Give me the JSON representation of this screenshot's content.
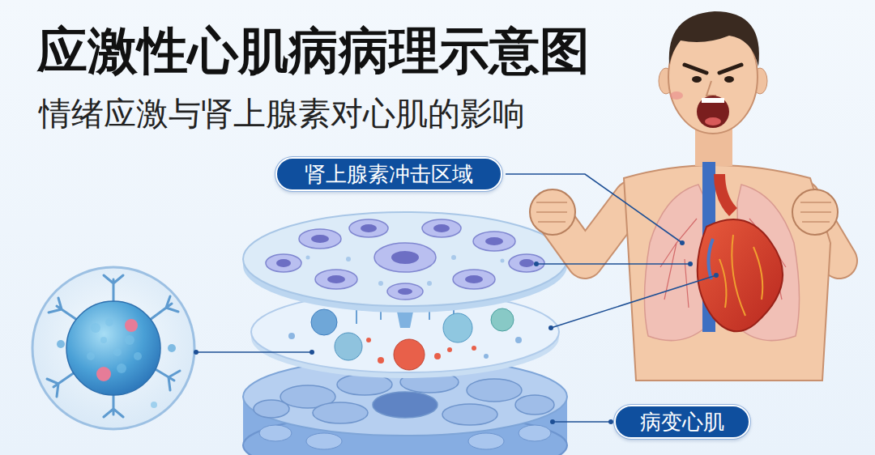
{
  "diagram": {
    "title": "应激性心肌病病理示意图",
    "caption": "情绪应激与肾上腺素对心肌的影响",
    "nodes": [
      {
        "text": [
          "肾上腺素冲击区域"
        ]
      },
      {
        "text": [
          "病变心肌"
        ]
      }
    ]
  }
}
